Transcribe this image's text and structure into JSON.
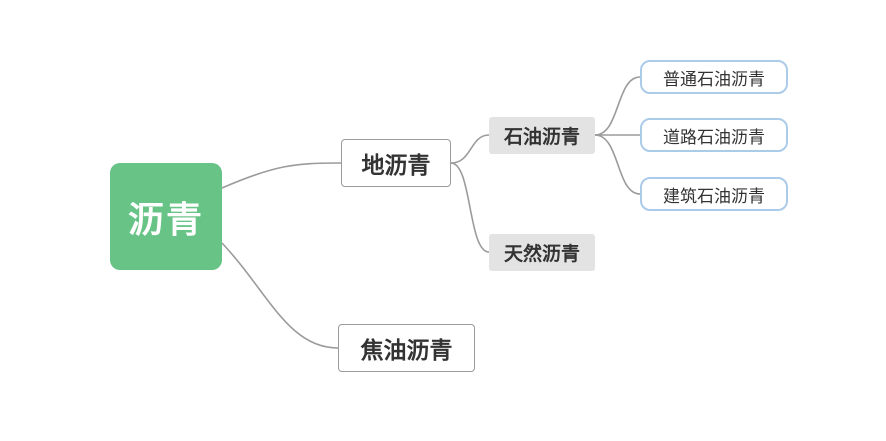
{
  "diagram": {
    "title": "asphalt-classification-mindmap",
    "root": {
      "label": "沥青"
    },
    "level1": [
      {
        "label": "地沥青"
      },
      {
        "label": "焦油沥青"
      }
    ],
    "level2": [
      {
        "label": "石油沥青"
      },
      {
        "label": "天然沥青"
      }
    ],
    "level3": [
      {
        "label": "普通石油沥青"
      },
      {
        "label": "道路石油沥青"
      },
      {
        "label": "建筑石油沥青"
      }
    ],
    "colors": {
      "root_background": "#68c387",
      "root_text": "#ffffff",
      "branch_border": "#9b9b9b",
      "branch_text": "#333333",
      "gray_node_background": "#e3e3e3",
      "leaf_border": "#abcbe9",
      "connector_line": "#9b9b9b",
      "canvas_background": "#ffffff"
    }
  }
}
